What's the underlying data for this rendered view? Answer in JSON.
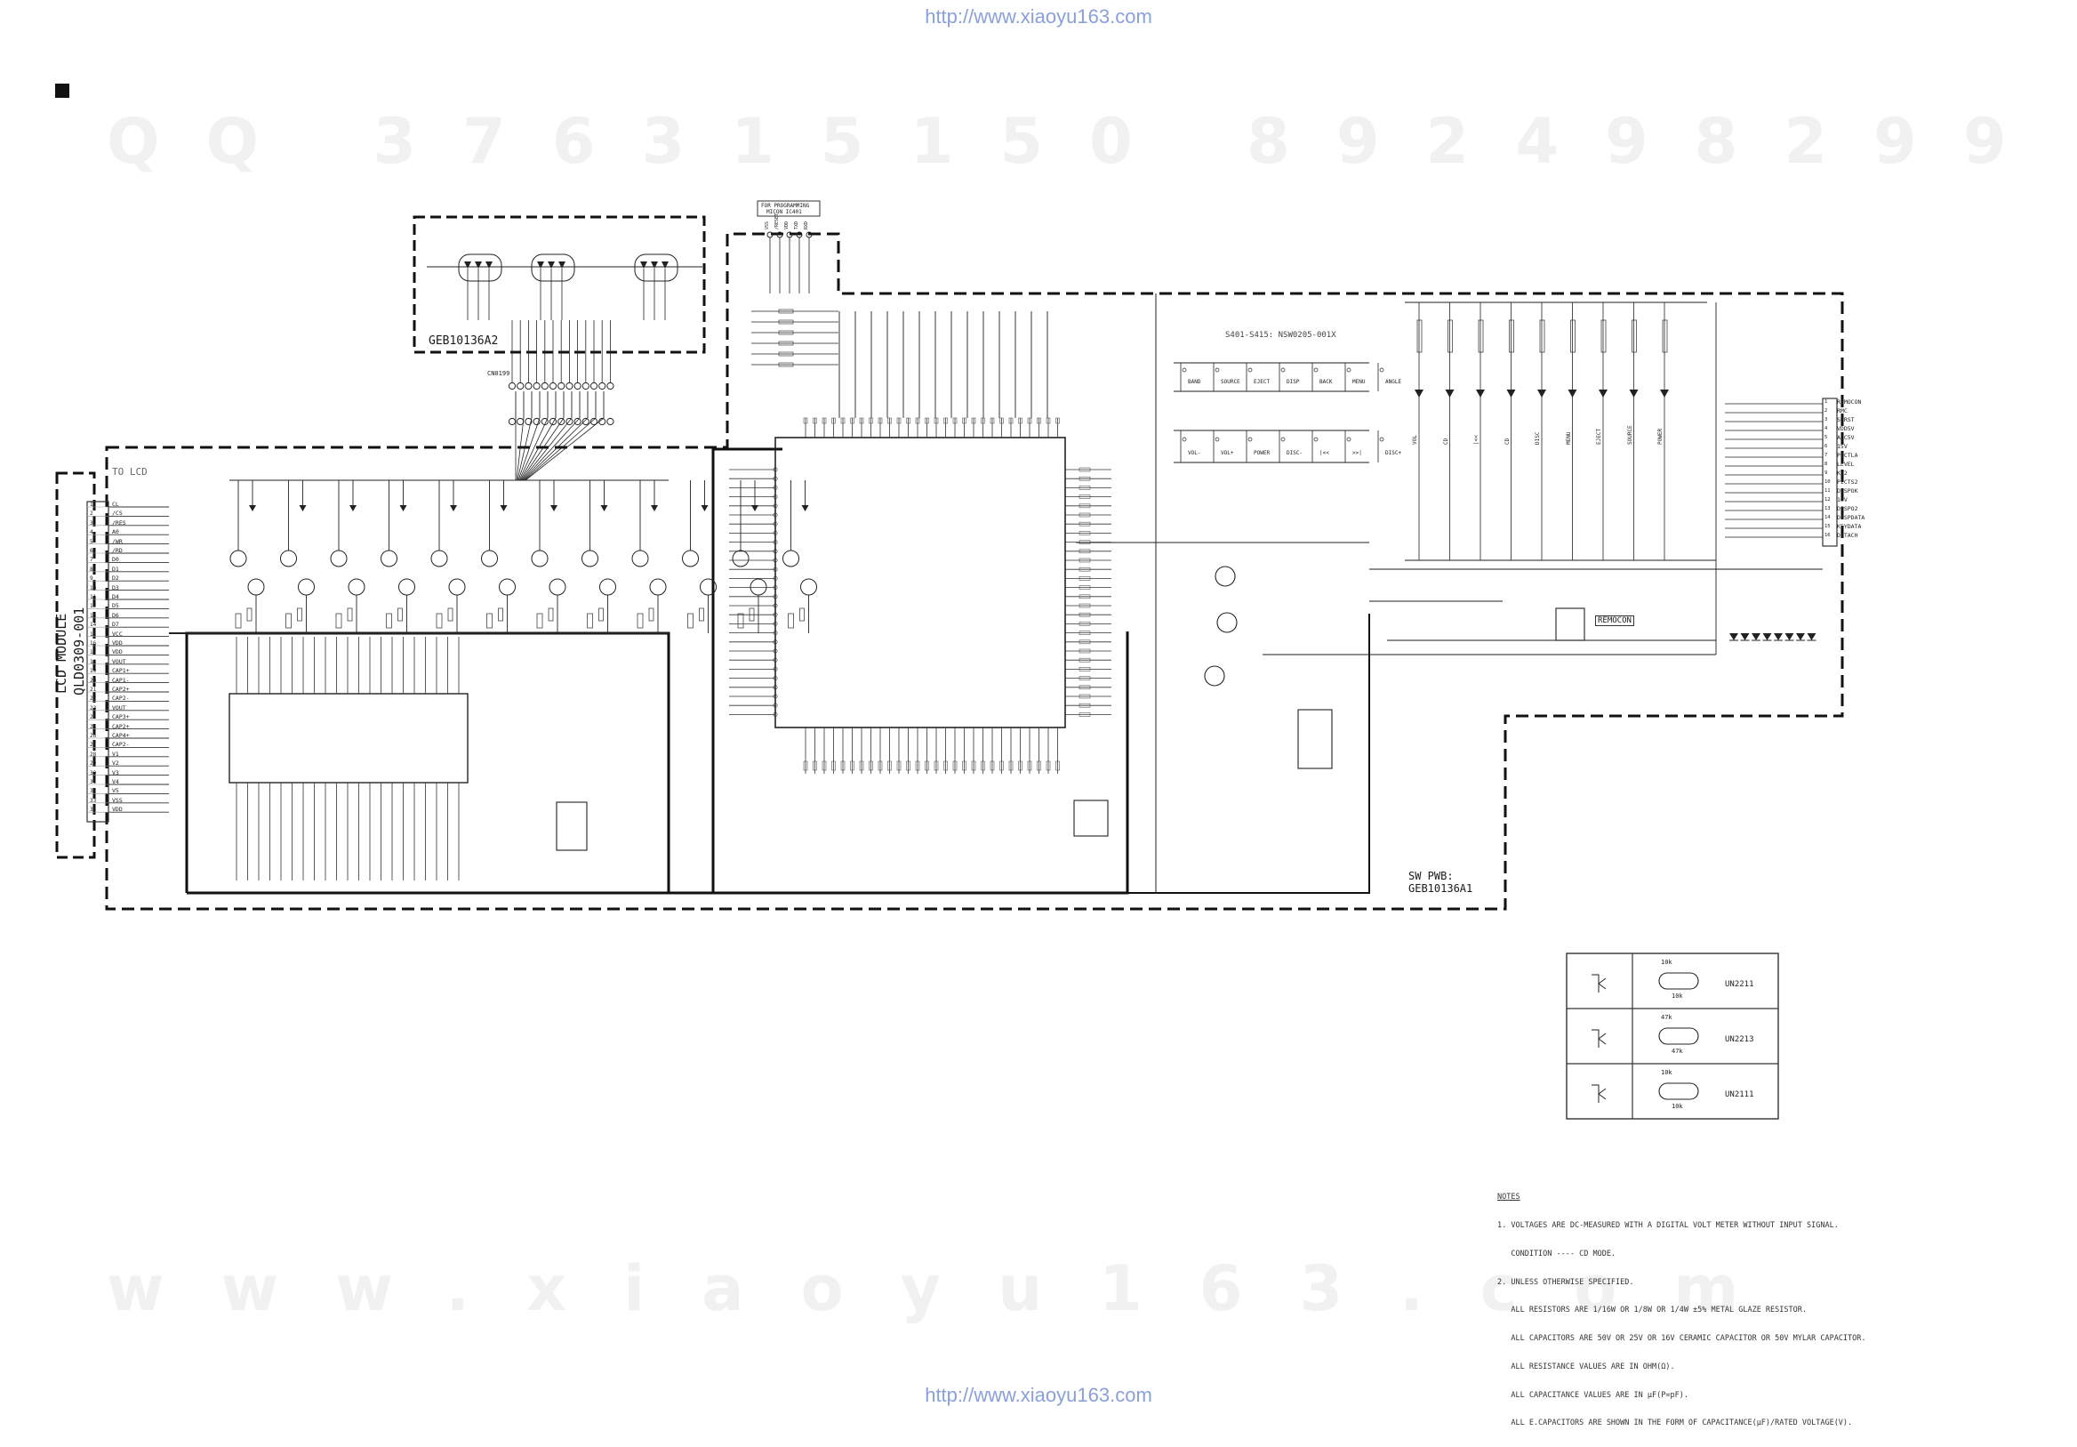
{
  "header_url": "http://www.xiaoyu163.com",
  "footer_url": "http://www.xiaoyu163.com",
  "watermark_qq": "QQ 376315150  892498299",
  "watermark_site": "www.xiaoyu163.com",
  "lcd_module": {
    "title": "LCD MODULE",
    "part": "QLD0309-001",
    "to_lcd": "TO LCD",
    "pins": [
      "CL",
      "/CS",
      "/RES",
      "A0",
      "/WR",
      "/RD",
      "D0",
      "D1",
      "D2",
      "D3",
      "D4",
      "D5",
      "D6",
      "D7",
      "VCC",
      "VDD",
      "VDD",
      "VOUT",
      "CAP1+",
      "CAP1-",
      "CAP2+",
      "CAP2-",
      "VOUT",
      "CAP3+",
      "CAP2+",
      "CAP4+",
      "CAP2-",
      "V1",
      "V2",
      "V3",
      "V4",
      "V5",
      "VSS",
      "VDD"
    ]
  },
  "board_a2": {
    "label": "GEB10136A2",
    "connector": "CN0199"
  },
  "flash_header": {
    "line1": "FOR PROGRAMMING",
    "line2": "MICON IC401",
    "pins": [
      "VSS",
      "/RESET",
      "VDD",
      "TXD",
      "RXD"
    ]
  },
  "switch_label": "S401-S415: NSW0205-001X",
  "keys_row1": [
    "BAND",
    "SOURCE",
    "EJECT",
    "DISP",
    "BACK",
    "MENU",
    "ANGLE"
  ],
  "keys_row2": [
    "VOL-",
    "VOL+",
    "POWER",
    "DISC-",
    "|<<",
    ">>|",
    "DISC+"
  ],
  "led_labels": [
    "VOL",
    "CD",
    "|<<",
    "CD",
    "DISC",
    "MENU",
    "EJECT",
    "SOURCE",
    "POWER"
  ],
  "right_connector": [
    "REMOCON",
    "RMC",
    "SBRST",
    "VDD5V",
    "ACC5V",
    "15V",
    "PICTLA",
    "LEVEL",
    "KS2",
    "PICTS2",
    "DISPOK",
    "10V",
    "DISPO2",
    "DISPDATA",
    "KEYDATA",
    "DETACH"
  ],
  "remocon": "REMOCON",
  "sw_pwb": {
    "line1": "SW PWB:",
    "line2": "GEB10136A1"
  },
  "transistor_legend": [
    {
      "r1": "10k",
      "r2": "10k",
      "part": "UN2211"
    },
    {
      "r1": "47k",
      "r2": "47k",
      "part": "UN2213"
    },
    {
      "r1": "10k",
      "r2": "10k",
      "part": "UN2111"
    }
  ],
  "notes": {
    "title": "NOTES",
    "lines": [
      "1. VOLTAGES ARE DC-MEASURED WITH A DIGITAL VOLT METER WITHOUT INPUT SIGNAL.",
      "   CONDITION ---- CD MODE.",
      "2. UNLESS OTHERWISE SPECIFIED.",
      "   ALL RESISTORS ARE 1/16W OR 1/8W OR 1/4W ±5% METAL GLAZE RESISTOR.",
      "   ALL CAPACITORS ARE 50V OR 25V OR 16V CERAMIC CAPACITOR OR 50V MYLAR CAPACITOR.",
      "   ALL RESISTANCE VALUES ARE IN OHM(Ω).",
      "   ALL CAPACITANCE VALUES ARE IN μF(P=pF).",
      "   ALL E.CAPACITORS ARE SHOWN IN THE FORM OF CAPACITANCE(μF)/RATED VOLTAGE(V)."
    ]
  }
}
